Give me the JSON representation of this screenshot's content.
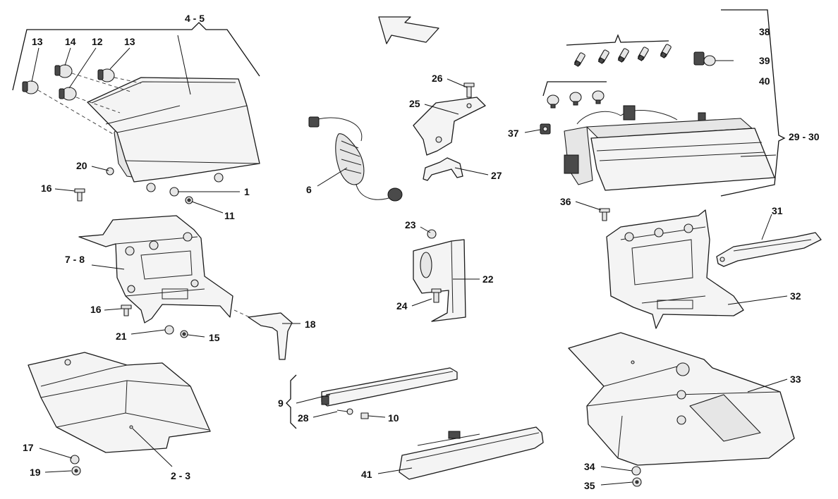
{
  "labels": [
    {
      "id": "l4-5",
      "text": "4 - 5"
    },
    {
      "id": "l13a",
      "text": "13"
    },
    {
      "id": "l14",
      "text": "14"
    },
    {
      "id": "l12",
      "text": "12"
    },
    {
      "id": "l13b",
      "text": "13"
    },
    {
      "id": "l20",
      "text": "20"
    },
    {
      "id": "l16a",
      "text": "16"
    },
    {
      "id": "l1",
      "text": "1"
    },
    {
      "id": "l11",
      "text": "11"
    },
    {
      "id": "l7-8",
      "text": "7 - 8"
    },
    {
      "id": "l16b",
      "text": "16"
    },
    {
      "id": "l21",
      "text": "21"
    },
    {
      "id": "l15",
      "text": "15"
    },
    {
      "id": "l18",
      "text": "18"
    },
    {
      "id": "l17",
      "text": "17"
    },
    {
      "id": "l19",
      "text": "19"
    },
    {
      "id": "l2-3",
      "text": "2 - 3"
    },
    {
      "id": "l26",
      "text": "26"
    },
    {
      "id": "l25",
      "text": "25"
    },
    {
      "id": "l27",
      "text": "27"
    },
    {
      "id": "l6",
      "text": "6"
    },
    {
      "id": "l23",
      "text": "23"
    },
    {
      "id": "l22",
      "text": "22"
    },
    {
      "id": "l24",
      "text": "24"
    },
    {
      "id": "l9",
      "text": "9"
    },
    {
      "id": "l28",
      "text": "28"
    },
    {
      "id": "l10",
      "text": "10"
    },
    {
      "id": "l41",
      "text": "41"
    },
    {
      "id": "l38",
      "text": "38"
    },
    {
      "id": "l39",
      "text": "39"
    },
    {
      "id": "l40",
      "text": "40"
    },
    {
      "id": "l37",
      "text": "37"
    },
    {
      "id": "l29-30",
      "text": "29 - 30"
    },
    {
      "id": "l36",
      "text": "36"
    },
    {
      "id": "l31",
      "text": "31"
    },
    {
      "id": "l32",
      "text": "32"
    },
    {
      "id": "l33",
      "text": "33"
    },
    {
      "id": "l34",
      "text": "34"
    },
    {
      "id": "l35",
      "text": "35"
    }
  ]
}
